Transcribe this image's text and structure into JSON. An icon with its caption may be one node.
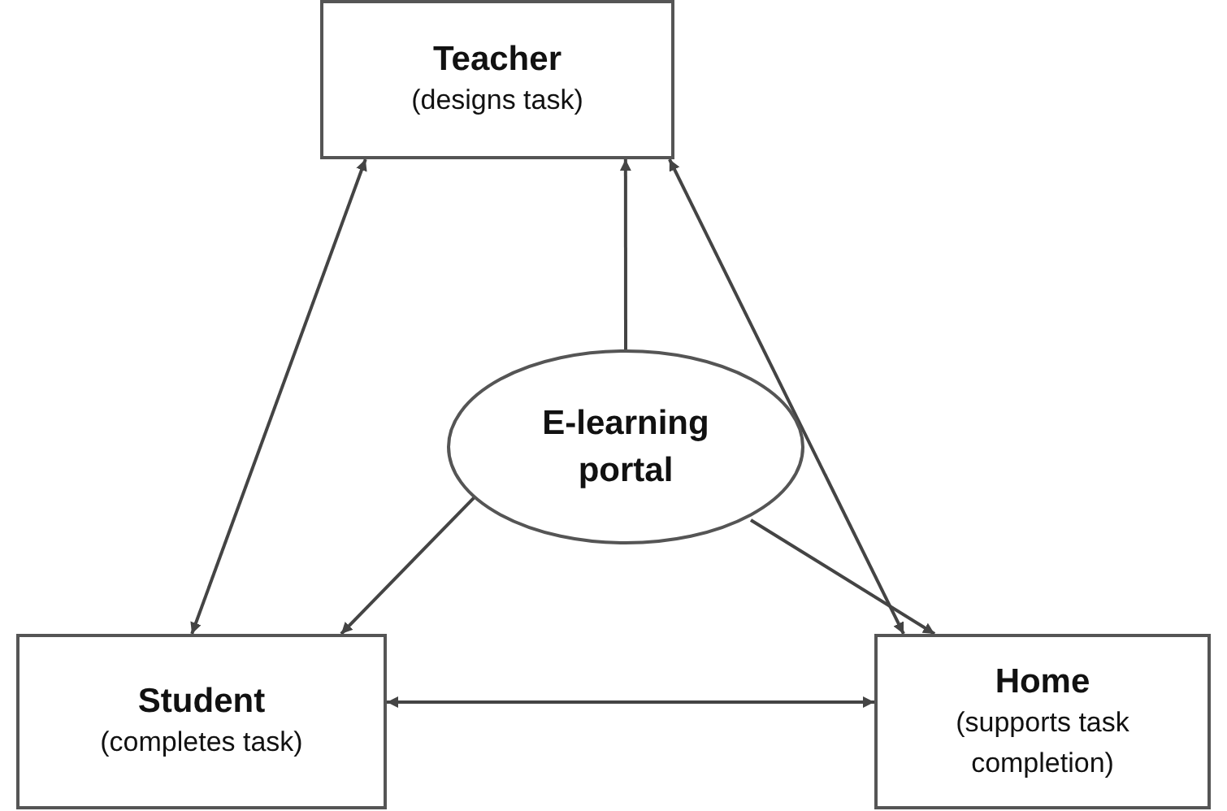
{
  "diagram": {
    "nodes": [
      {
        "text": [
          "Teacher",
          "(designs task)"
        ]
      },
      {
        "text": [
          "E-learning portal"
        ]
      },
      {
        "text": [
          "Student",
          "(completes task)"
        ]
      },
      {
        "text": [
          "Home",
          "(supports task completion)"
        ]
      }
    ],
    "edges": [
      {
        "from": 0,
        "to": 2,
        "arrow": "both"
      },
      {
        "from": 0,
        "to": 3,
        "arrow": "both"
      },
      {
        "from": 1,
        "to": 0,
        "arrow": "to"
      },
      {
        "from": 1,
        "to": 2,
        "arrow": "to"
      },
      {
        "from": 1,
        "to": 3,
        "arrow": "to"
      },
      {
        "from": 2,
        "to": 3,
        "arrow": "both"
      }
    ]
  }
}
